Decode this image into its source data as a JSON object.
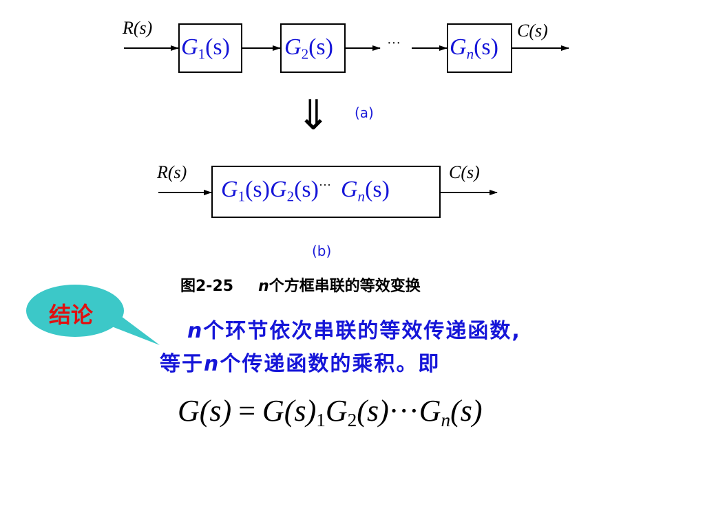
{
  "diagram_a": {
    "input_label": "R(s)",
    "output_label": "C(s)",
    "blocks": [
      {
        "name": "G",
        "sub": "1",
        "arg": "(s)"
      },
      {
        "name": "G",
        "sub": "2",
        "arg": "(s)"
      },
      {
        "name": "G",
        "sub": "n",
        "arg": "(s)"
      }
    ],
    "ellipsis": "···",
    "caption": "(a)"
  },
  "diagram_b": {
    "input_label": "R(s)",
    "output_label": "C(s)",
    "product": {
      "g1": "G",
      "g1_sub": "1",
      "g1_arg": "(s)",
      "g2": "G",
      "g2_sub": "2",
      "g2_arg": "(s)",
      "ellipsis": "···",
      "gn": "G",
      "gn_sub": "n",
      "gn_arg": "(s)"
    },
    "caption": "(b)"
  },
  "transform_arrow": "⇓",
  "figure_caption": {
    "prefix": "图2-25",
    "n": "n",
    "text": "个方框串联的等效变换"
  },
  "conclusion_badge": "结论",
  "conclusion": {
    "n1": "n",
    "line1": "个环节依次串联的等效传递函数,",
    "line2_a": "等于",
    "n2": "n",
    "line2_b": "个传递函数的乘积。即"
  },
  "formula": {
    "lhs": "G(s)",
    "eq": "=",
    "t1": "G(s)",
    "t1_sub": "1",
    "t2": "G",
    "t2_sub": "2",
    "t2_arg": "(s)",
    "dots": "···",
    "t3": "G",
    "t3_sub": "n",
    "t3_arg": "(s)"
  },
  "colors": {
    "math_blue": "#1515d8",
    "badge_fill": "#3cc8c8",
    "badge_text": "#e01010"
  }
}
